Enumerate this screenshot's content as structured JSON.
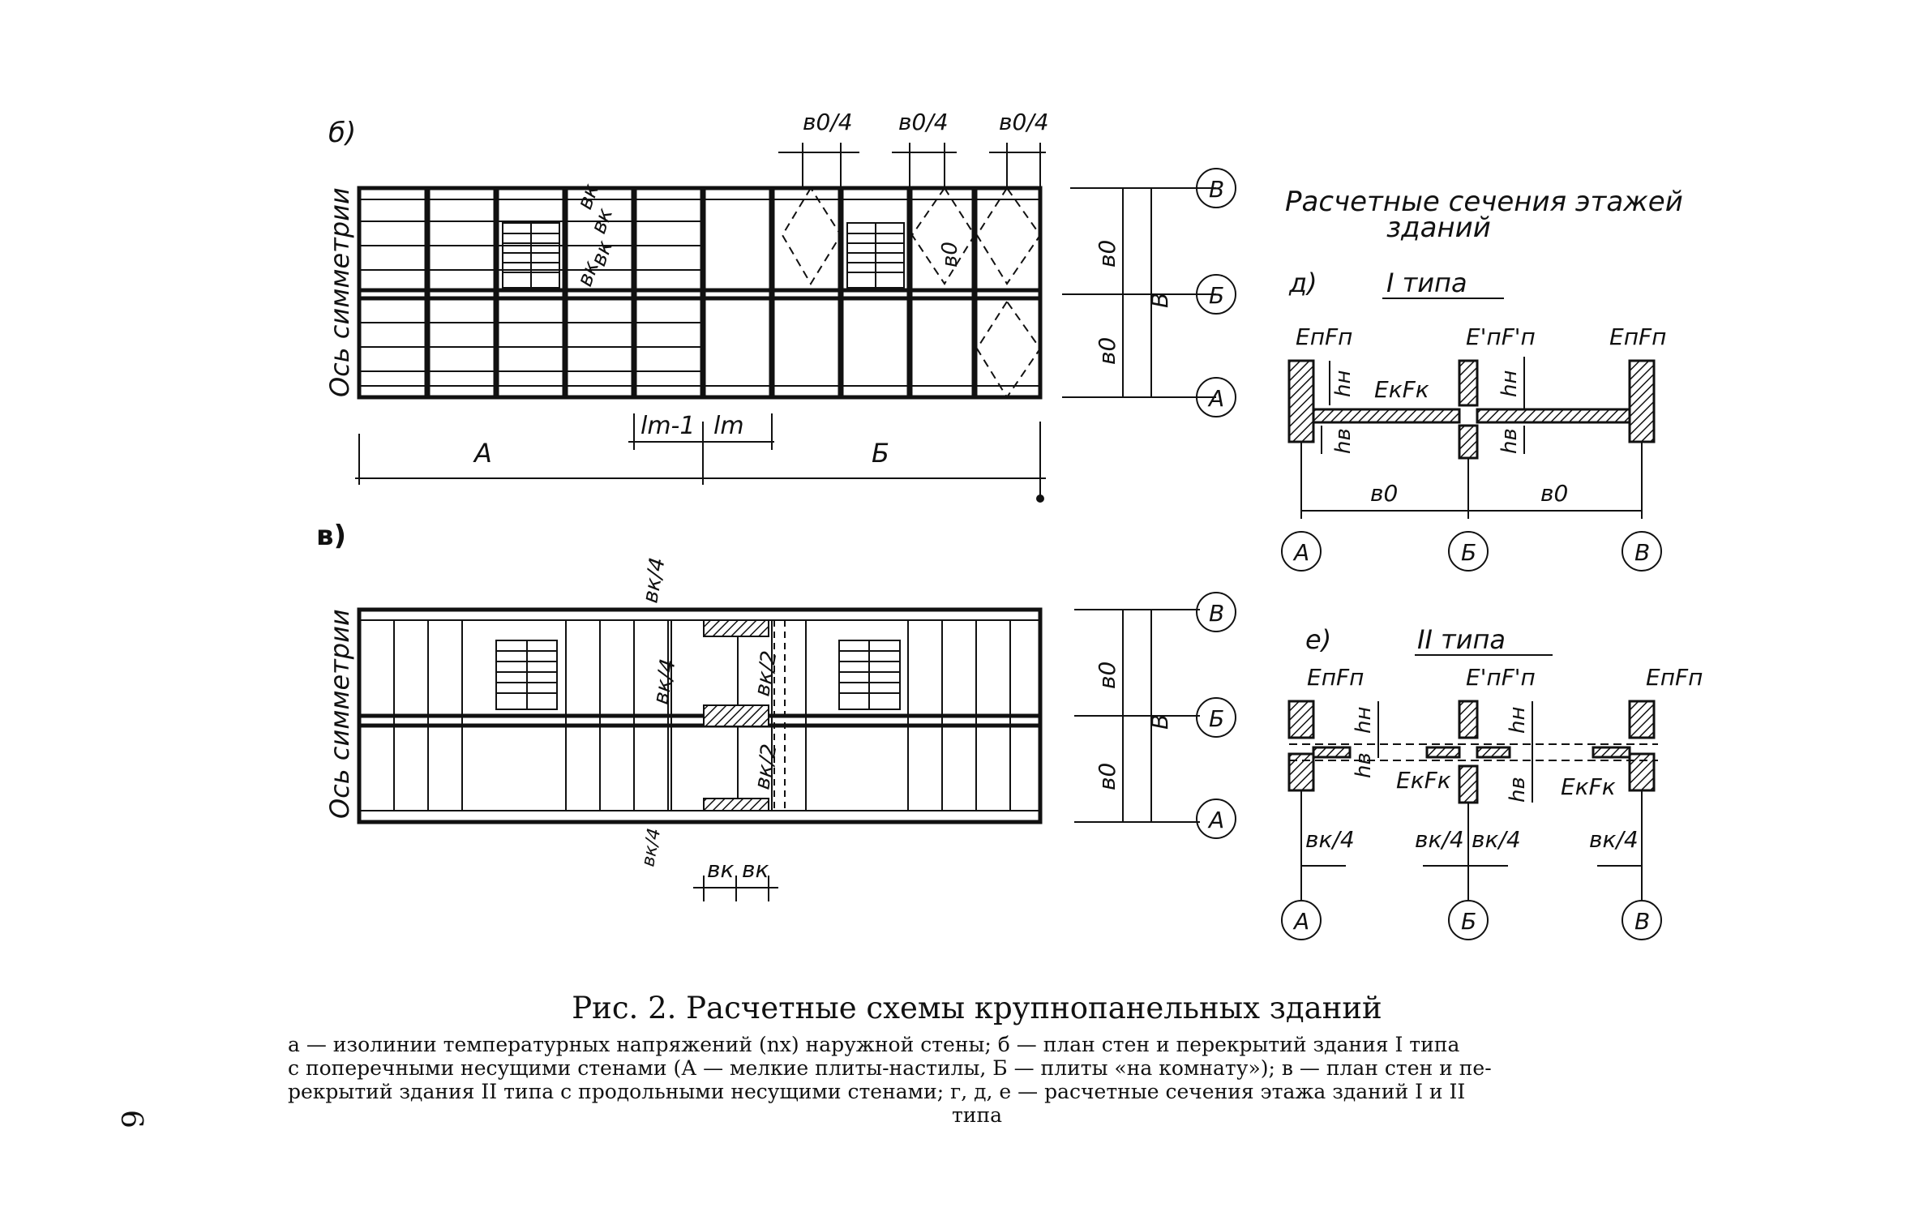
{
  "page_number": "6",
  "figure": {
    "title": "Рис. 2. Расчетные схемы крупнопанельных зданий",
    "description_lines": [
      "а — изолинии температурных напряжений (nx) наружной стены; б — план стен и перекрытий здания I типа",
      "с поперечными несущими стенами (А — мелкие плиты-настилы, Б — плиты «на комнату»); в — план стен и пе-",
      "рекрытий здания II типа с продольными несущими стенами; г, д, е — расчетные сечения этажа зданий I и II"
    ],
    "description_last": "типа"
  },
  "panel_b": {
    "label": "б)",
    "symmetry_axis": "Ось симметрии",
    "zone_a": "А",
    "zone_b": "Б",
    "lm1": "lm-1",
    "lm": "lm",
    "b0_quarter": "в0/4",
    "bk": "вк",
    "b0": "в0",
    "b0_total": "В",
    "axes": [
      "В",
      "Б",
      "А"
    ]
  },
  "panel_v": {
    "label": "в)",
    "symmetry_axis": "Ось симметрии",
    "bk_quarter": "вк/4",
    "bk_half": "вк/2",
    "bk": "вк",
    "b0": "в0",
    "b0_total": "В",
    "axes": [
      "В",
      "Б",
      "А"
    ]
  },
  "sections": {
    "heading_line1": "Расчетные сечения этажей",
    "heading_line2": "зданий",
    "type1_label": "д)",
    "type1_title": "I типа",
    "type2_label": "е)",
    "type2_title": "II типа",
    "EnFn": "EпFп",
    "EnFn_prime": "E'пF'п",
    "EkFk": "EкFк",
    "hn": "hн",
    "hv": "hв",
    "b0": "в0",
    "bk_quarter": "вк/4",
    "axes": [
      "А",
      "Б",
      "В"
    ]
  },
  "colors": {
    "ink": "#111111",
    "paper": "#ffffff"
  }
}
